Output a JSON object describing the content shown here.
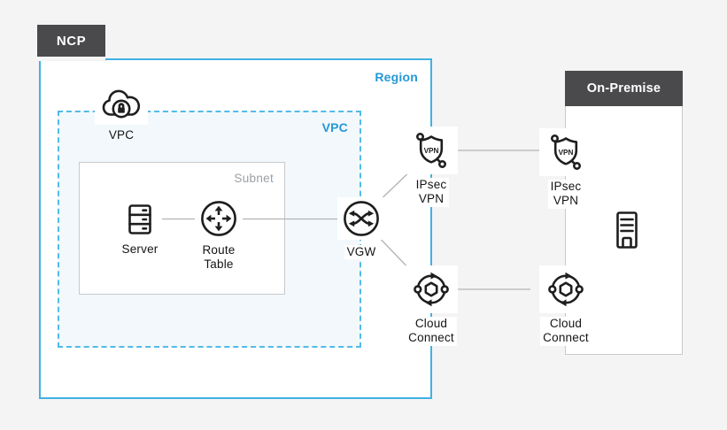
{
  "title": "NCP hybrid connectivity architecture diagram",
  "ncp": {
    "label": "NCP"
  },
  "region": {
    "label": "Region"
  },
  "vpc": {
    "box_label": "VPC",
    "cloud_label": "VPC"
  },
  "subnet": {
    "label": "Subnet"
  },
  "nodes": {
    "server": {
      "label": "Server"
    },
    "route_table": {
      "line1": "Route",
      "line2": "Table"
    },
    "vgw": {
      "label": "VGW"
    },
    "ipsec_left": {
      "line1": "IPsec",
      "line2": "VPN",
      "badge": "VPN"
    },
    "ipsec_right": {
      "line1": "IPsec",
      "line2": "VPN",
      "badge": "VPN"
    },
    "cloud_connect_left": {
      "line1": "Cloud",
      "line2": "Connect"
    },
    "cloud_connect_right": {
      "line1": "Cloud",
      "line2": "Connect"
    }
  },
  "on_premise": {
    "label": "On-Premise"
  },
  "icons": {
    "vpc_cloud": "cloud-lock-icon",
    "server": "server-rack-icon",
    "route_table": "route-table-icon",
    "vgw": "virtual-gateway-icon",
    "ipsec": "vpn-shield-icon",
    "cloud_connect": "cloud-connect-icon",
    "on_premise_server": "building-server-icon"
  },
  "colors": {
    "accent_blue": "#2598d8",
    "region_border": "#41b1e2",
    "vpc_dash_border": "#52bbe8",
    "vpc_fill": "#f2f8fc",
    "header_dark": "#4a4a4c",
    "box_border": "#c9c9c9",
    "subnet_label": "#9aa0a6",
    "connector_gray": "#b3b3b3",
    "icon_ink": "#1e1e1e",
    "page_bg": "#f4f4f5"
  }
}
